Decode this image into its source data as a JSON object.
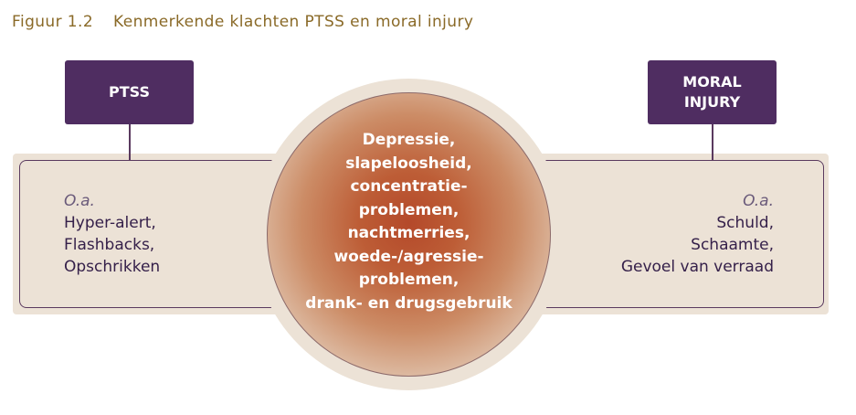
{
  "figure": {
    "number": "Figuur 1.2",
    "title": "Kenmerkende klachten PTSS en moral injury"
  },
  "left": {
    "box_label": "PTSS",
    "oa_label": "O.a.",
    "items": [
      "Hyper-alert,",
      "Flashbacks,",
      "Opschrikken"
    ]
  },
  "right": {
    "box_label_lines": [
      "MORAL",
      "INJURY"
    ],
    "oa_label": "O.a.",
    "items": [
      "Schuld,",
      "Schaamte,",
      "Gevoel van verraad"
    ]
  },
  "center": {
    "lines": [
      "Depressie,",
      "slapeloosheid,",
      "concentratie-",
      "problemen,",
      "nachtmerries,",
      "woede-/agressie-",
      "problemen,",
      "drank- en drugsgebruik"
    ]
  },
  "colors": {
    "title": "#8a6a28",
    "box": "#4f2d61",
    "band": "#ece2d6",
    "circle_core": "#b4492a",
    "panel_border": "#5a3a5f"
  }
}
